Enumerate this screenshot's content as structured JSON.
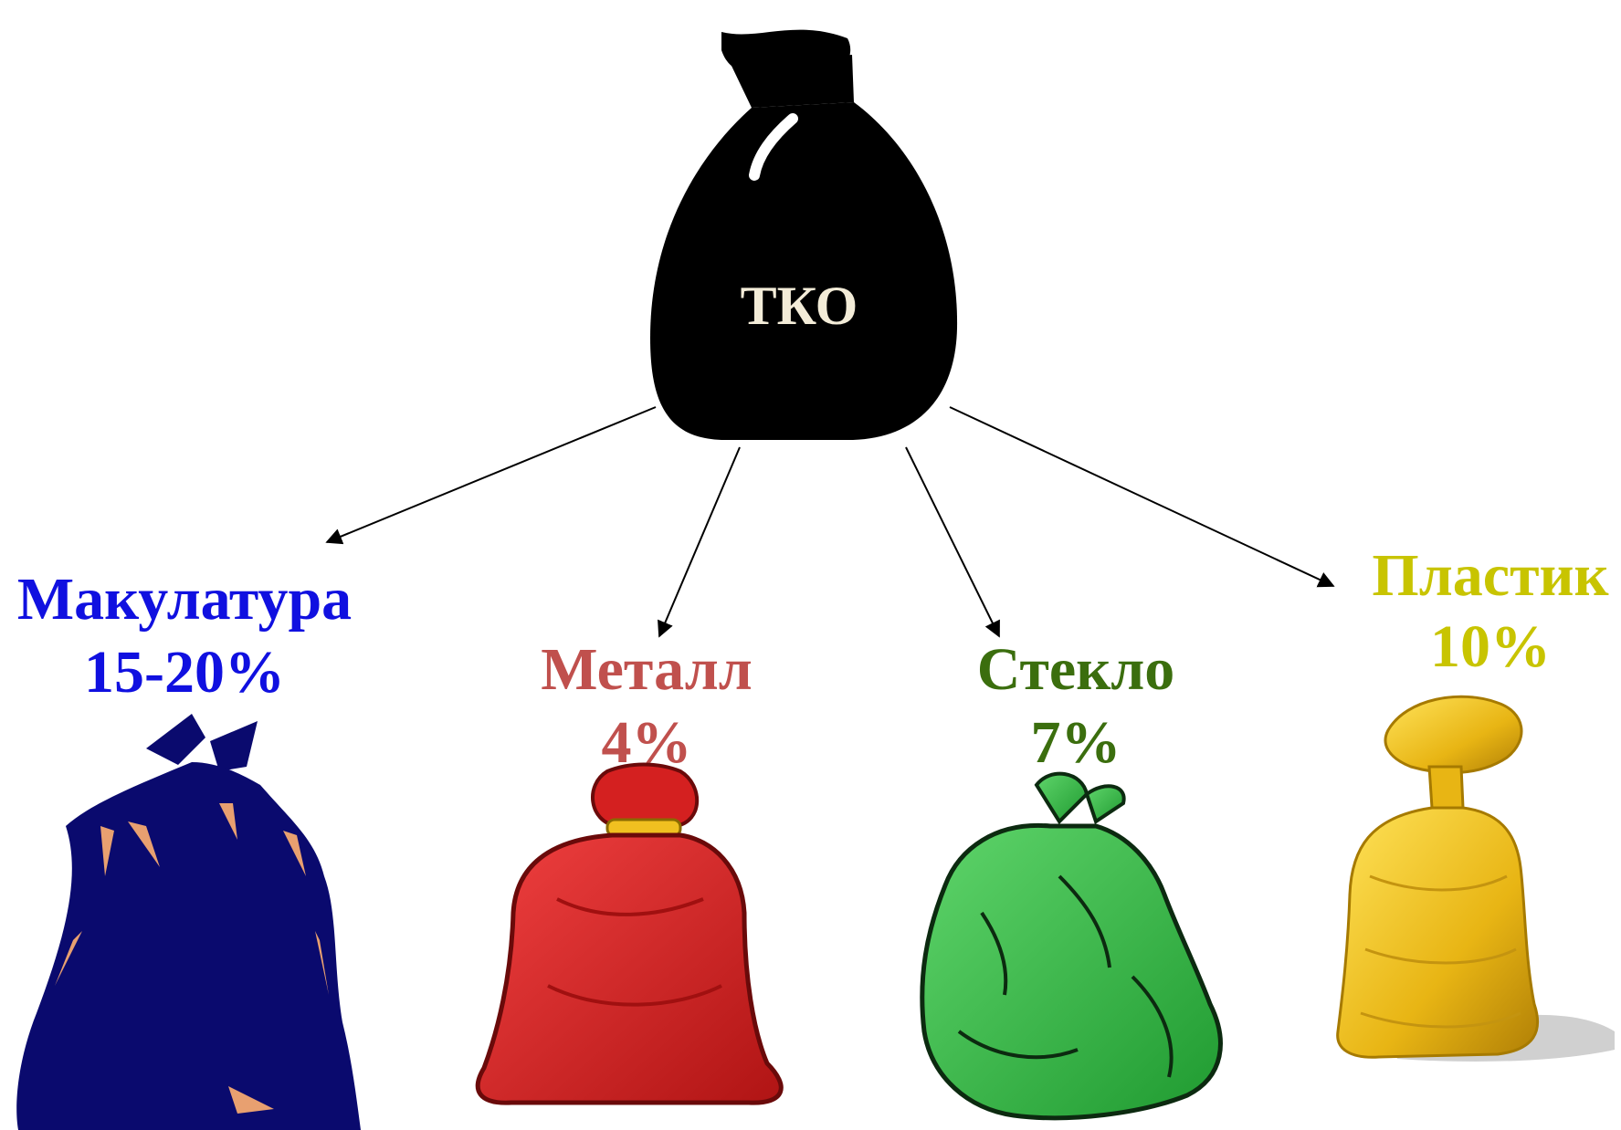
{
  "root": {
    "label": "ТКО",
    "bag_color": "#000000",
    "label_color": "#f3ecd8"
  },
  "categories": [
    {
      "id": "paper",
      "name": "Макулатура",
      "share": "15-20%",
      "color": "#1010e0",
      "bag_color": "#0a0a6e",
      "icon": "trash-bag-icon"
    },
    {
      "id": "metal",
      "name": "Металл",
      "share": "4%",
      "color": "#c0504d",
      "bag_color": "#d42020",
      "icon": "sack-icon"
    },
    {
      "id": "glass",
      "name": "Стекло",
      "share": "7%",
      "color": "#3b6e0e",
      "bag_color": "#2fae3c",
      "icon": "tied-bag-icon"
    },
    {
      "id": "plastic",
      "name": "Пластик",
      "share": "10%",
      "color": "#c8c400",
      "bag_color": "#e8b514",
      "icon": "mesh-sack-icon"
    }
  ]
}
